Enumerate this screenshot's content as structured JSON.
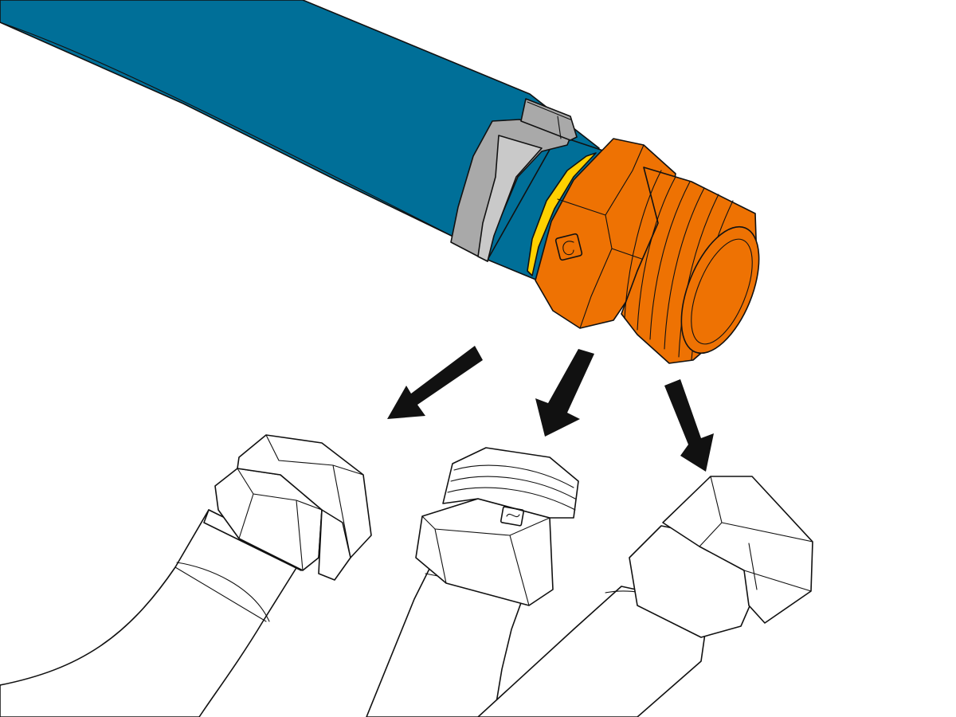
{
  "colors": {
    "hose": "#006F98",
    "hose_shadow": "#00587A",
    "fitting": "#EE7203",
    "fitting_shade": "#D86500",
    "ring": "#FFD100",
    "clamp": "#A9A9A9",
    "clamp_light": "#C9C9C9",
    "arrow": "#111111",
    "outline": "#111111"
  },
  "icons": {
    "brand_mark": "stamped-logo-icon",
    "arrow": "arrow-down-icon"
  },
  "options": [
    {
      "id": "nut-connector",
      "connector": "double-hex-nut"
    },
    {
      "id": "male-threaded",
      "connector": "male-thread-with-hex"
    },
    {
      "id": "female-nut",
      "connector": "female-hex-nut"
    }
  ]
}
